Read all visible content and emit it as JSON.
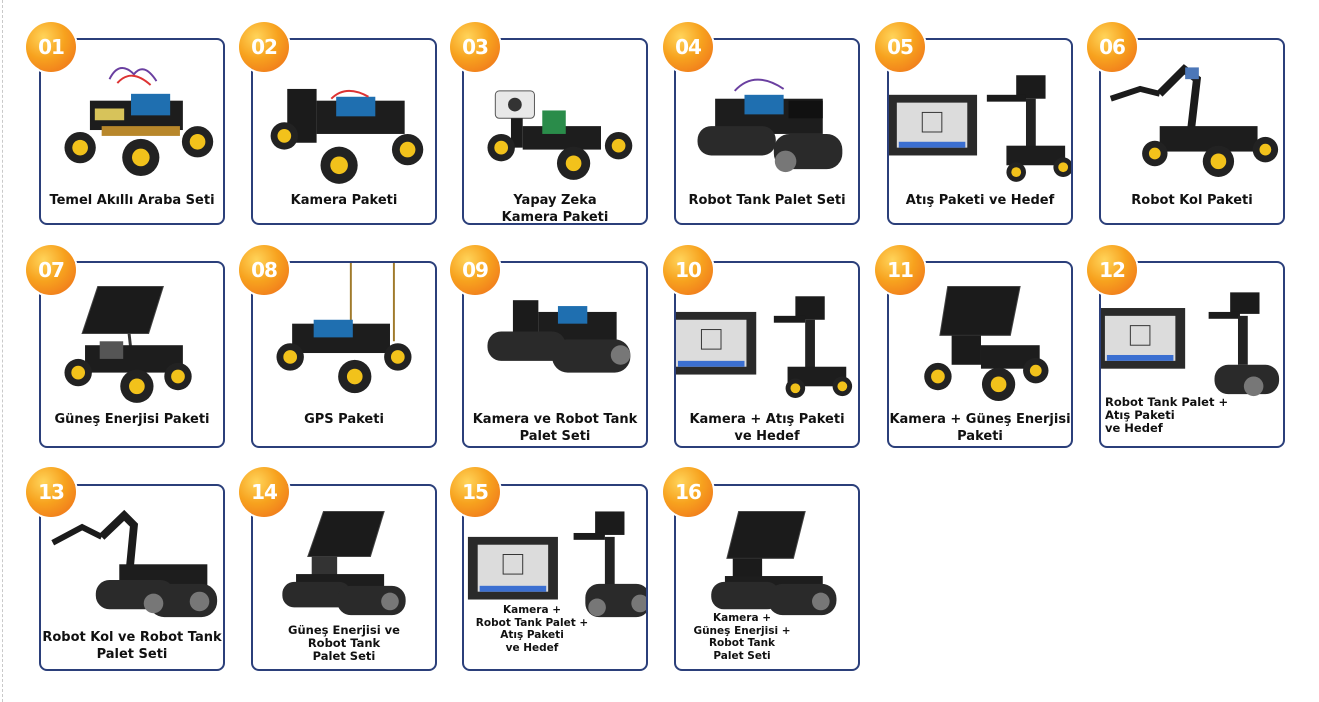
{
  "colors": {
    "border": "#2b3f7a",
    "badge_light": "#ffd45a",
    "badge_dark": "#ee6a1b"
  },
  "cards": [
    {
      "number": "01",
      "label": "Temel Akıllı Araba Seti",
      "image": "mecanum-car-robot"
    },
    {
      "number": "02",
      "label": "Kamera Paketi",
      "image": "camera-car-robot"
    },
    {
      "number": "03",
      "label": "Yapay Zeka\nKamera Paketi",
      "image": "ai-camera-car-robot"
    },
    {
      "number": "04",
      "label": "Robot Tank Palet Seti",
      "image": "tank-robot"
    },
    {
      "number": "05",
      "label": "Atış Paketi ve Hedef",
      "image": "shooting-target-robot"
    },
    {
      "number": "06",
      "label": "Robot Kol Paketi",
      "image": "robot-arm-car"
    },
    {
      "number": "07",
      "label": "Güneş Enerjisi Paketi",
      "image": "solar-car-robot"
    },
    {
      "number": "08",
      "label": "GPS Paketi",
      "image": "gps-car-robot"
    },
    {
      "number": "09",
      "label": "Kamera ve Robot Tank\nPalet Seti",
      "image": "camera-tank-robot"
    },
    {
      "number": "10",
      "label": "Kamera + Atış Paketi\nve Hedef",
      "image": "camera-shooting-robot"
    },
    {
      "number": "11",
      "label": "Kamera + Güneş Enerjisi\nPaketi",
      "image": "camera-solar-robot"
    },
    {
      "number": "12",
      "label": "Robot Tank Palet +\nAtış Paketi\nve Hedef",
      "image": "tank-shooting-robot"
    },
    {
      "number": "13",
      "label": "Robot Kol ve Robot Tank\nPalet Seti",
      "image": "arm-tank-robot"
    },
    {
      "number": "14",
      "label": "Güneş Enerjisi  ve\nRobot Tank\nPalet Seti",
      "image": "solar-tank-robot"
    },
    {
      "number": "15",
      "label": "Kamera +\nRobot Tank Palet +\nAtış Paketi\nve Hedef",
      "image": "camera-tank-shooting-robot"
    },
    {
      "number": "16",
      "label": "Kamera +\nGüneş Enerjisi +\nRobot Tank\nPalet Seti",
      "image": "camera-solar-tank-robot"
    }
  ]
}
